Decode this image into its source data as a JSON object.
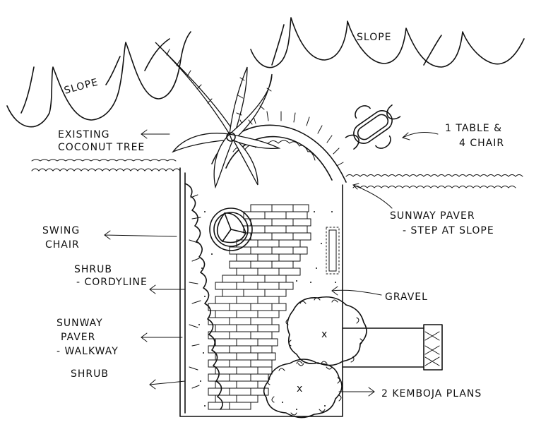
{
  "labels": {
    "slope_left": "SLOPE",
    "slope_right": "SLOPE",
    "coconut_line1": "EXISTING",
    "coconut_line2": "COCONUT TREE",
    "table_line1": "1 TABLE &",
    "table_line2": "4 CHAIR",
    "sunway_step_line1": "SUNWAY PAVER",
    "sunway_step_line2": "- STEP AT SLOPE",
    "swing_line1": "SWING",
    "swing_line2": "CHAIR",
    "shrub_cordyline_line1": "SHRUB",
    "shrub_cordyline_line2": "- CORDYLINE",
    "gravel": "GRAVEL",
    "walkway_line1": "SUNWAY",
    "walkway_line2": "PAVER",
    "walkway_line3": "- WALKWAY",
    "shrub": "SHRUB",
    "kemboja": "2 KEMBOJA PLANS",
    "tree_mark_1": "x",
    "tree_mark_2": "x"
  }
}
